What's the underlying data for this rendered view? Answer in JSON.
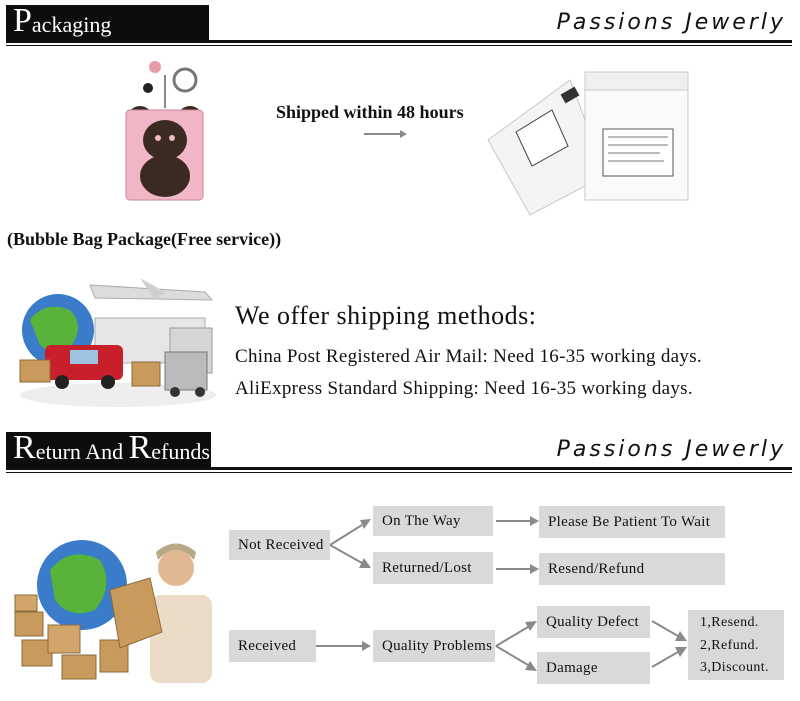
{
  "packaging_header": {
    "tab_first": "P",
    "tab_rest": "ackaging",
    "brand": "Passions Jewerly"
  },
  "packaging": {
    "shipped_text": "Shipped within 48 hours",
    "bubble_text": "(Bubble Bag Package(Free service))"
  },
  "shipping": {
    "title": "We offer shipping methods:",
    "lines": [
      "China Post Registered Air Mail: Need 16-35 working days.",
      "AliExpress Standard Shipping:  Need 16-35 working days."
    ]
  },
  "returns_header": {
    "tab_parts": [
      {
        "big": "R",
        "small": "eturn And "
      },
      {
        "big": "R",
        "small": "efunds"
      }
    ],
    "brand": "Passions Jewerly"
  },
  "flow": {
    "not_received": "Not Received",
    "on_the_way": "On The Way",
    "patient": "Please Be Patient To Wait",
    "returned_lost": "Returned/Lost",
    "resend_refund": "Resend/Refund",
    "received": "Received",
    "quality_problems": "Quality Problems",
    "quality_defect": "Quality Defect",
    "damage": "Damage",
    "results": [
      "1,Resend.",
      "2,Refund.",
      "3,Discount."
    ]
  },
  "colors": {
    "box_gray": "#d9d9d9",
    "arrow_gray": "#8a8a8a",
    "header_black": "#0d0d0d",
    "globe_blue": "#3a7cc9",
    "globe_green": "#58b33a",
    "truck_red": "#c8202a",
    "keychain_pink": "#f2b7c6"
  }
}
